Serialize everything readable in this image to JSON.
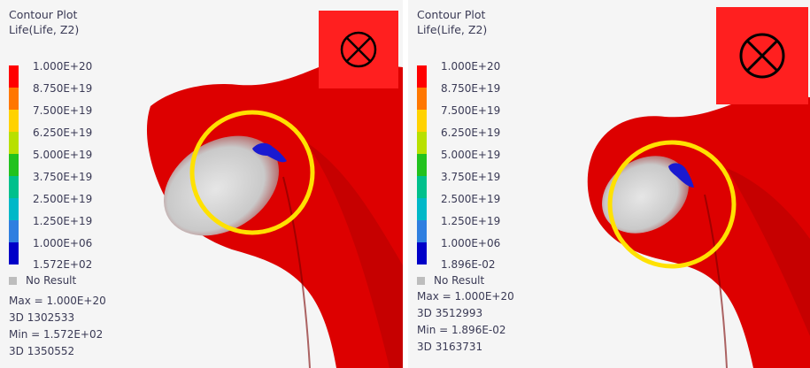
{
  "panels": [
    {
      "title_line1": "Contour Plot",
      "title_line2": "Life(Life, Z2)",
      "legend": [
        "1.000E+20",
        "8.750E+19",
        "7.500E+19",
        "6.250E+19",
        "5.000E+19",
        "3.750E+19",
        "2.500E+19",
        "1.250E+19",
        "1.000E+06",
        "1.572E+02"
      ],
      "no_result": "No Result",
      "max_line": "Max = 1.000E+20",
      "max_node": "3D 1302533",
      "min_line": "Min = 1.572E+02",
      "min_node": "3D 1350552",
      "symbol_icon": "circled-x-icon"
    },
    {
      "title_line1": "Contour Plot",
      "title_line2": "Life(Life, Z2)",
      "legend": [
        "1.000E+20",
        "8.750E+19",
        "7.500E+19",
        "6.250E+19",
        "5.000E+19",
        "3.750E+19",
        "2.500E+19",
        "1.250E+19",
        "1.000E+06",
        "1.896E-02"
      ],
      "no_result": "No Result",
      "max_line": "Max =  1.000E+20",
      "max_node": "3D 3512993",
      "min_line": "Min = 1.896E-02",
      "min_node": "3D 3163731",
      "symbol_icon": "circled-x-icon"
    }
  ],
  "colors": {
    "legend_bands": [
      "#ff0000",
      "#ff7700",
      "#ffd200",
      "#b8e000",
      "#22c21e",
      "#00c08c",
      "#00b8c8",
      "#2f7fe0",
      "#0000c8"
    ],
    "mesh": "#dd0000",
    "no_result": "#bdbdbd",
    "highlight_circle": "#ffe100",
    "symbol_box": "#ff1f1f"
  }
}
